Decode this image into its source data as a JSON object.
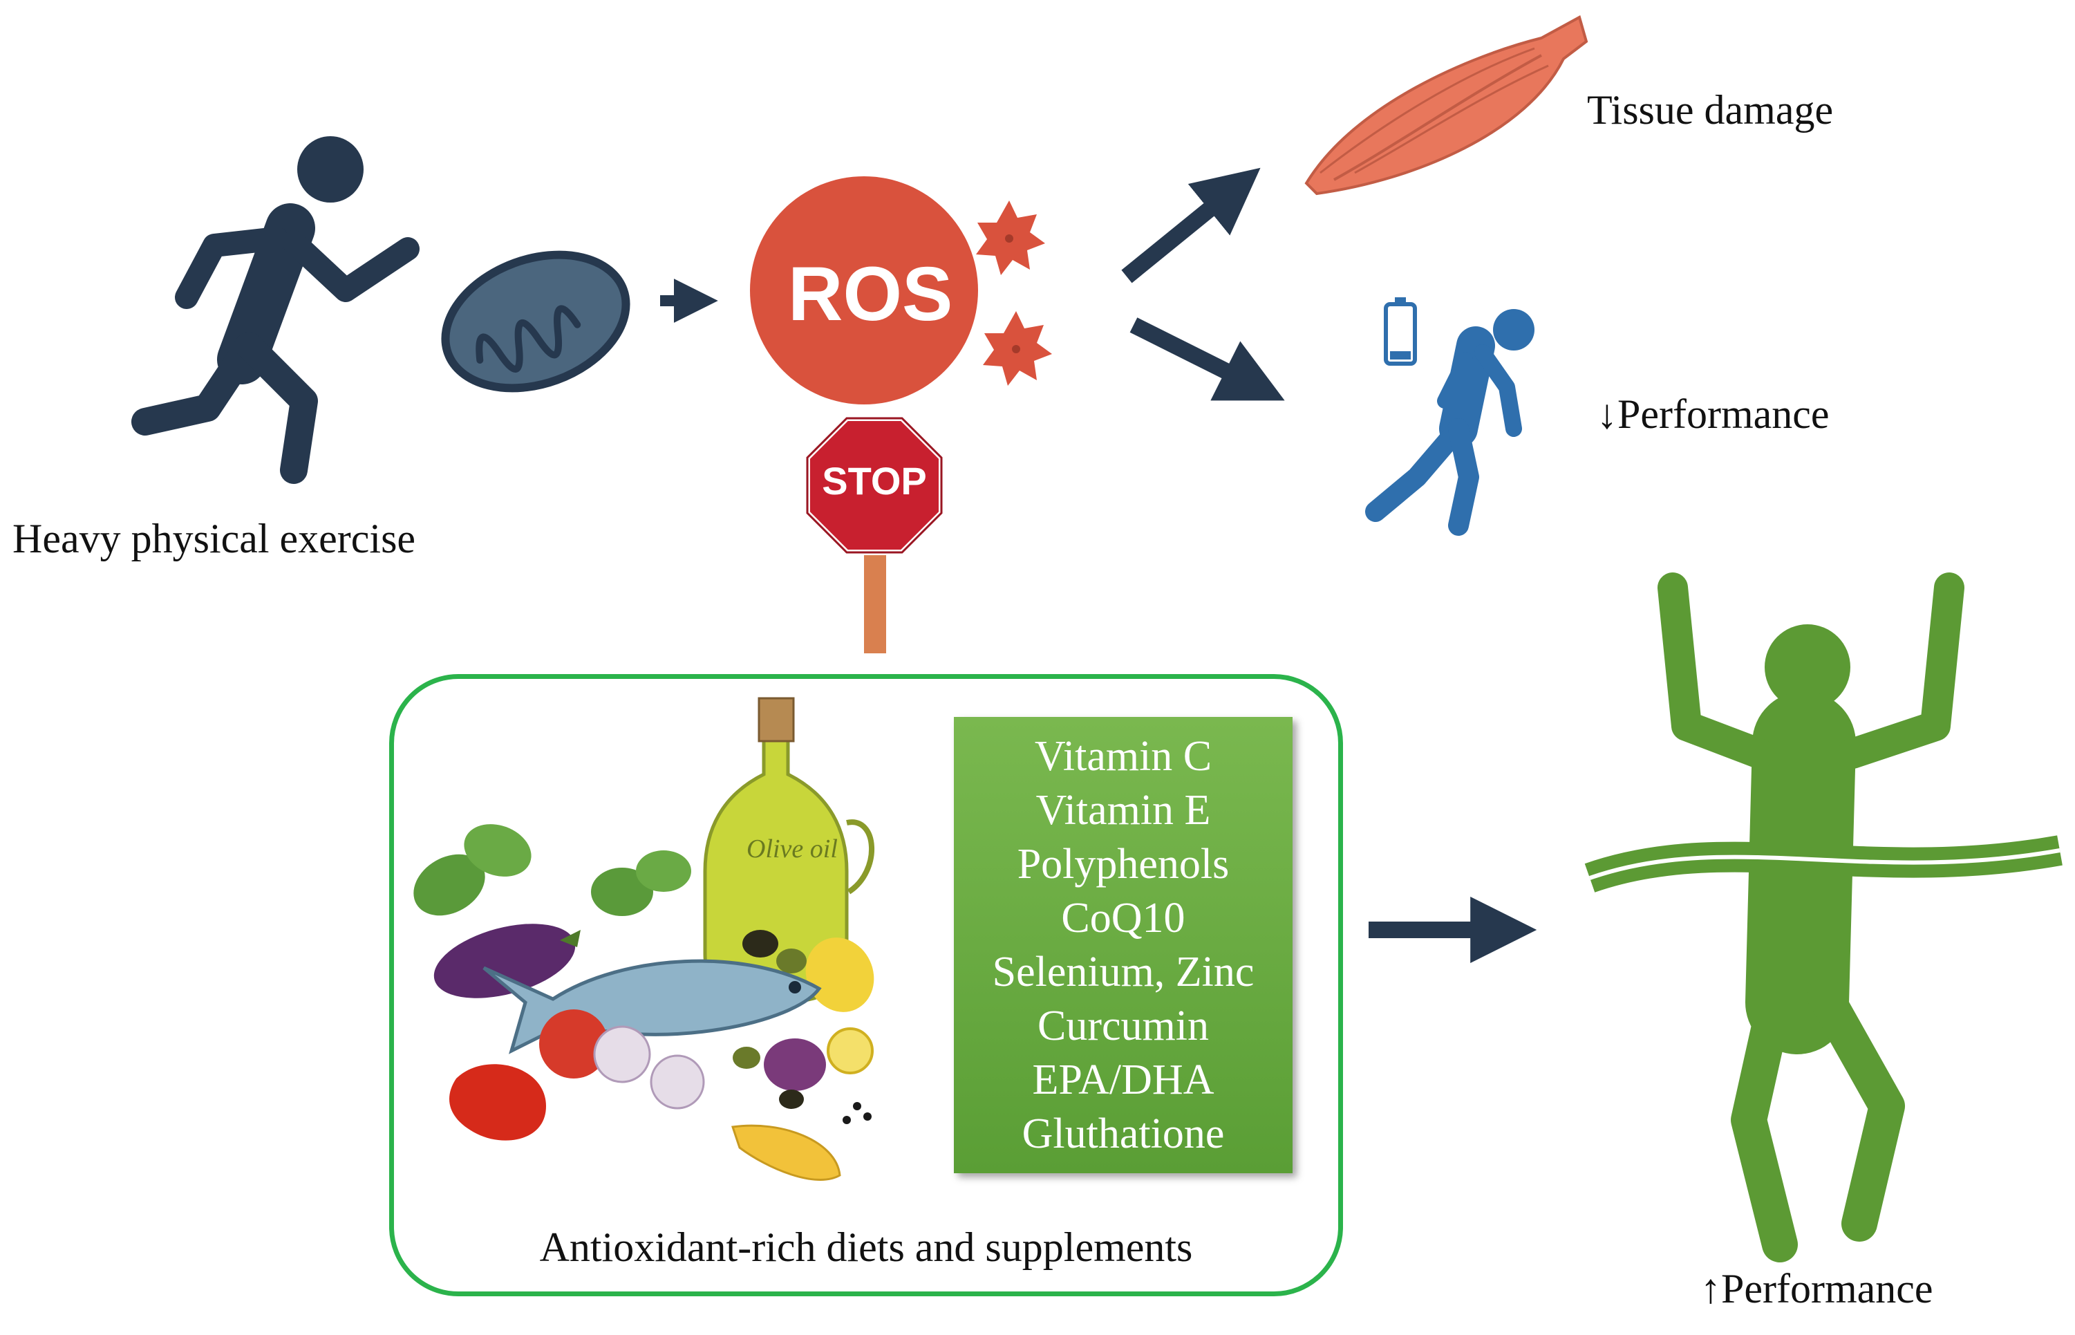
{
  "labels": {
    "heavy_exercise": "Heavy physical exercise",
    "tissue_damage": "Tissue damage",
    "performance_down": "Performance",
    "performance_up": "Performance",
    "diet_caption": "Antioxidant-rich diets and supplements",
    "ros": "ROS",
    "stop": "STOP",
    "olive_oil": "Olive oil"
  },
  "arrows": {
    "down_glyph": "↓",
    "up_glyph": "↑"
  },
  "supplements": [
    "Vitamin C",
    "Vitamin E",
    "Polyphenols",
    "CoQ10",
    "Selenium, Zinc",
    "Curcumin",
    "EPA/DHA",
    "Gluthatione"
  ],
  "colors": {
    "navy": "#26384e",
    "ros_red": "#d9523d",
    "stop_red": "#c8202f",
    "muscle": "#e8775c",
    "fatigue_blue": "#2f6fad",
    "winner_green": "#5c9a34",
    "box_green": "#2bb34b",
    "mito": "#4b667e"
  },
  "icons": [
    "running-person-icon",
    "mitochondrion-icon",
    "ros-circle-icon",
    "free-radical-icon",
    "stop-sign-icon",
    "muscle-icon",
    "low-battery-icon",
    "tired-person-icon",
    "winner-person-icon",
    "food-illustration-icon"
  ]
}
